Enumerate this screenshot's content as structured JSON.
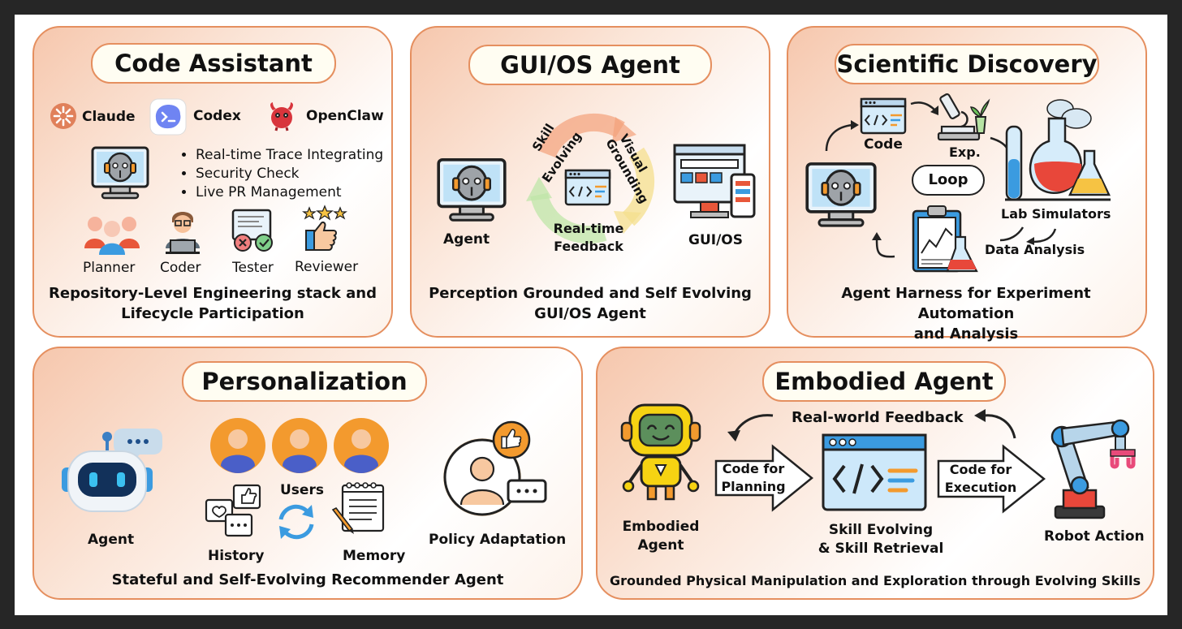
{
  "panels": {
    "code_assistant": {
      "title": "Code Assistant",
      "tools": [
        "Claude",
        "Codex",
        "OpenClaw"
      ],
      "bullets": [
        "Real-time Trace Integrating",
        "Security Check",
        "Live PR Management"
      ],
      "roles": [
        "Planner",
        "Coder",
        "Tester",
        "Reviewer"
      ],
      "caption_line1": "Repository-Level Engineering stack and",
      "caption_line2": "Lifecycle Participation"
    },
    "gui_os_agent": {
      "title": "GUI/OS Agent",
      "agent_label": "Agent",
      "cycle_labels": {
        "skill": "Skill",
        "evolving": "Evolving",
        "visual": "Visual",
        "grounding": "Grounding",
        "realtime": "Real-time",
        "feedback": "Feedback"
      },
      "target_label": "GUI/OS",
      "caption_line1": "Perception Grounded and Self Evolving",
      "caption_line2": "GUI/OS Agent"
    },
    "scientific_discovery": {
      "title": "Scientific Discovery",
      "code_label": "Code",
      "exp_label": "Exp.",
      "loop_label": "Loop",
      "lab_label": "Lab Simulators",
      "data_label": "Data Analysis",
      "caption_line1": "Agent Harness for Experiment Automation",
      "caption_line2": "and Analysis"
    },
    "personalization": {
      "title": "Personalization",
      "agent_label": "Agent",
      "users_label": "Users",
      "history_label": "History",
      "memory_label": "Memory",
      "policy_label": "Policy Adaptation",
      "caption": "Stateful and Self-Evolving Recommender Agent"
    },
    "embodied_agent": {
      "title": "Embodied Agent",
      "feedback_label": "Real-world Feedback",
      "agent_line1": "Embodied",
      "agent_line2": "Agent",
      "planning_line1": "Code for",
      "planning_line2": "Planning",
      "skill_line1": "Skill Evolving",
      "skill_line2": "& Skill Retrieval",
      "execution_line1": "Code for",
      "execution_line2": "Execution",
      "robot_label": "Robot Action",
      "caption": "Grounded Physical Manipulation and Exploration through Evolving Skills"
    }
  },
  "colors": {
    "border": "#e58f5f",
    "accent_blue": "#3b9be0",
    "orange": "#f39a2e",
    "dark": "#222222"
  }
}
